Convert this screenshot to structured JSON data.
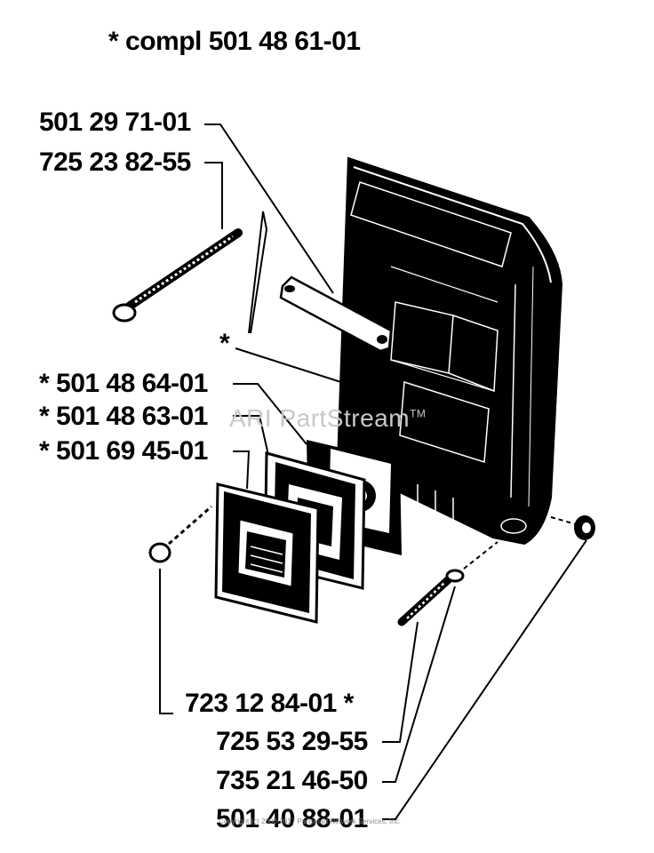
{
  "title": "*  compl 501 48 61-01",
  "labels": {
    "p1": "501 29 71-01",
    "p2": "725 23 82-55",
    "star": "*",
    "p3": "*  501 48 64-01",
    "p4": "*  501 48 63-01",
    "p5": "*  501 69 45-01",
    "p6": "723 12 84-01  *",
    "p7": "725 53 29-55",
    "p8": "735 21 46-50",
    "p9": "501 40 88-01"
  },
  "watermark": "ARI PartStream",
  "watermark_tm": "TM",
  "copyright": "Copyright (c) 2000-2017 Partsmart Network Services, Inc."
}
